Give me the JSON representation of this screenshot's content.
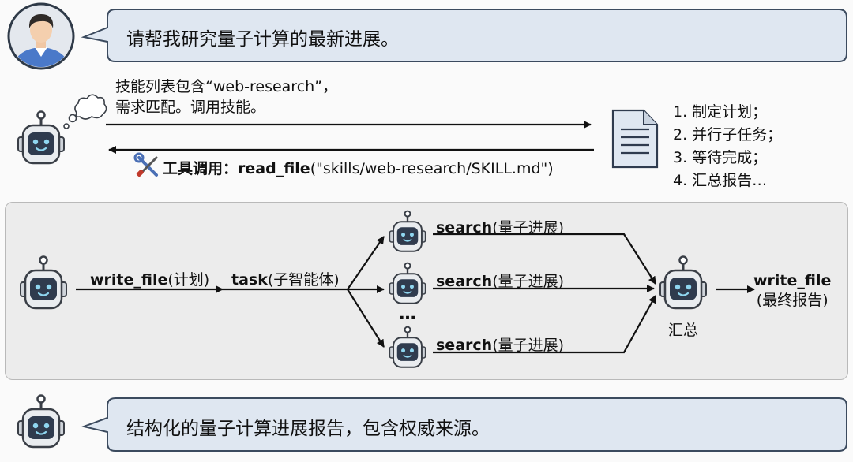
{
  "user_message": "请帮我研究量子计算的最新进展。",
  "skill_match": {
    "line1": "技能列表包含“web-research”，",
    "line2": "需求匹配。调用技能。"
  },
  "tool_call": {
    "label": "工具调用：",
    "function": "read_file",
    "args": "(\"skills/web-research/SKILL.md\")"
  },
  "skill_steps": [
    "1. 制定计划；",
    "2. 并行子任务；",
    "3. 等待完成；",
    "4. 汇总报告…"
  ],
  "workflow": {
    "write_plan": {
      "function": "write_file",
      "args": "(计划)"
    },
    "task": {
      "function": "task",
      "args": "(子智能体)"
    },
    "searches": [
      {
        "function": "search",
        "args": "(量子进展)"
      },
      {
        "function": "search",
        "args": "(量子进展)"
      },
      {
        "function": "search",
        "args": "(量子进展)"
      }
    ],
    "ellipsis": "…",
    "aggregate_label": "汇总",
    "final": {
      "function": "write_file",
      "args": "(最终报告)"
    }
  },
  "final_answer": "结构化的量子计算进展报告，包含权威来源。",
  "colors": {
    "bubble_fill": "#dfe7f1",
    "bubble_stroke": "#3b4a5e",
    "robot_screen": "#2f3b4e",
    "robot_face": "#8fd6f0",
    "user_shirt": "#4a79c9"
  }
}
